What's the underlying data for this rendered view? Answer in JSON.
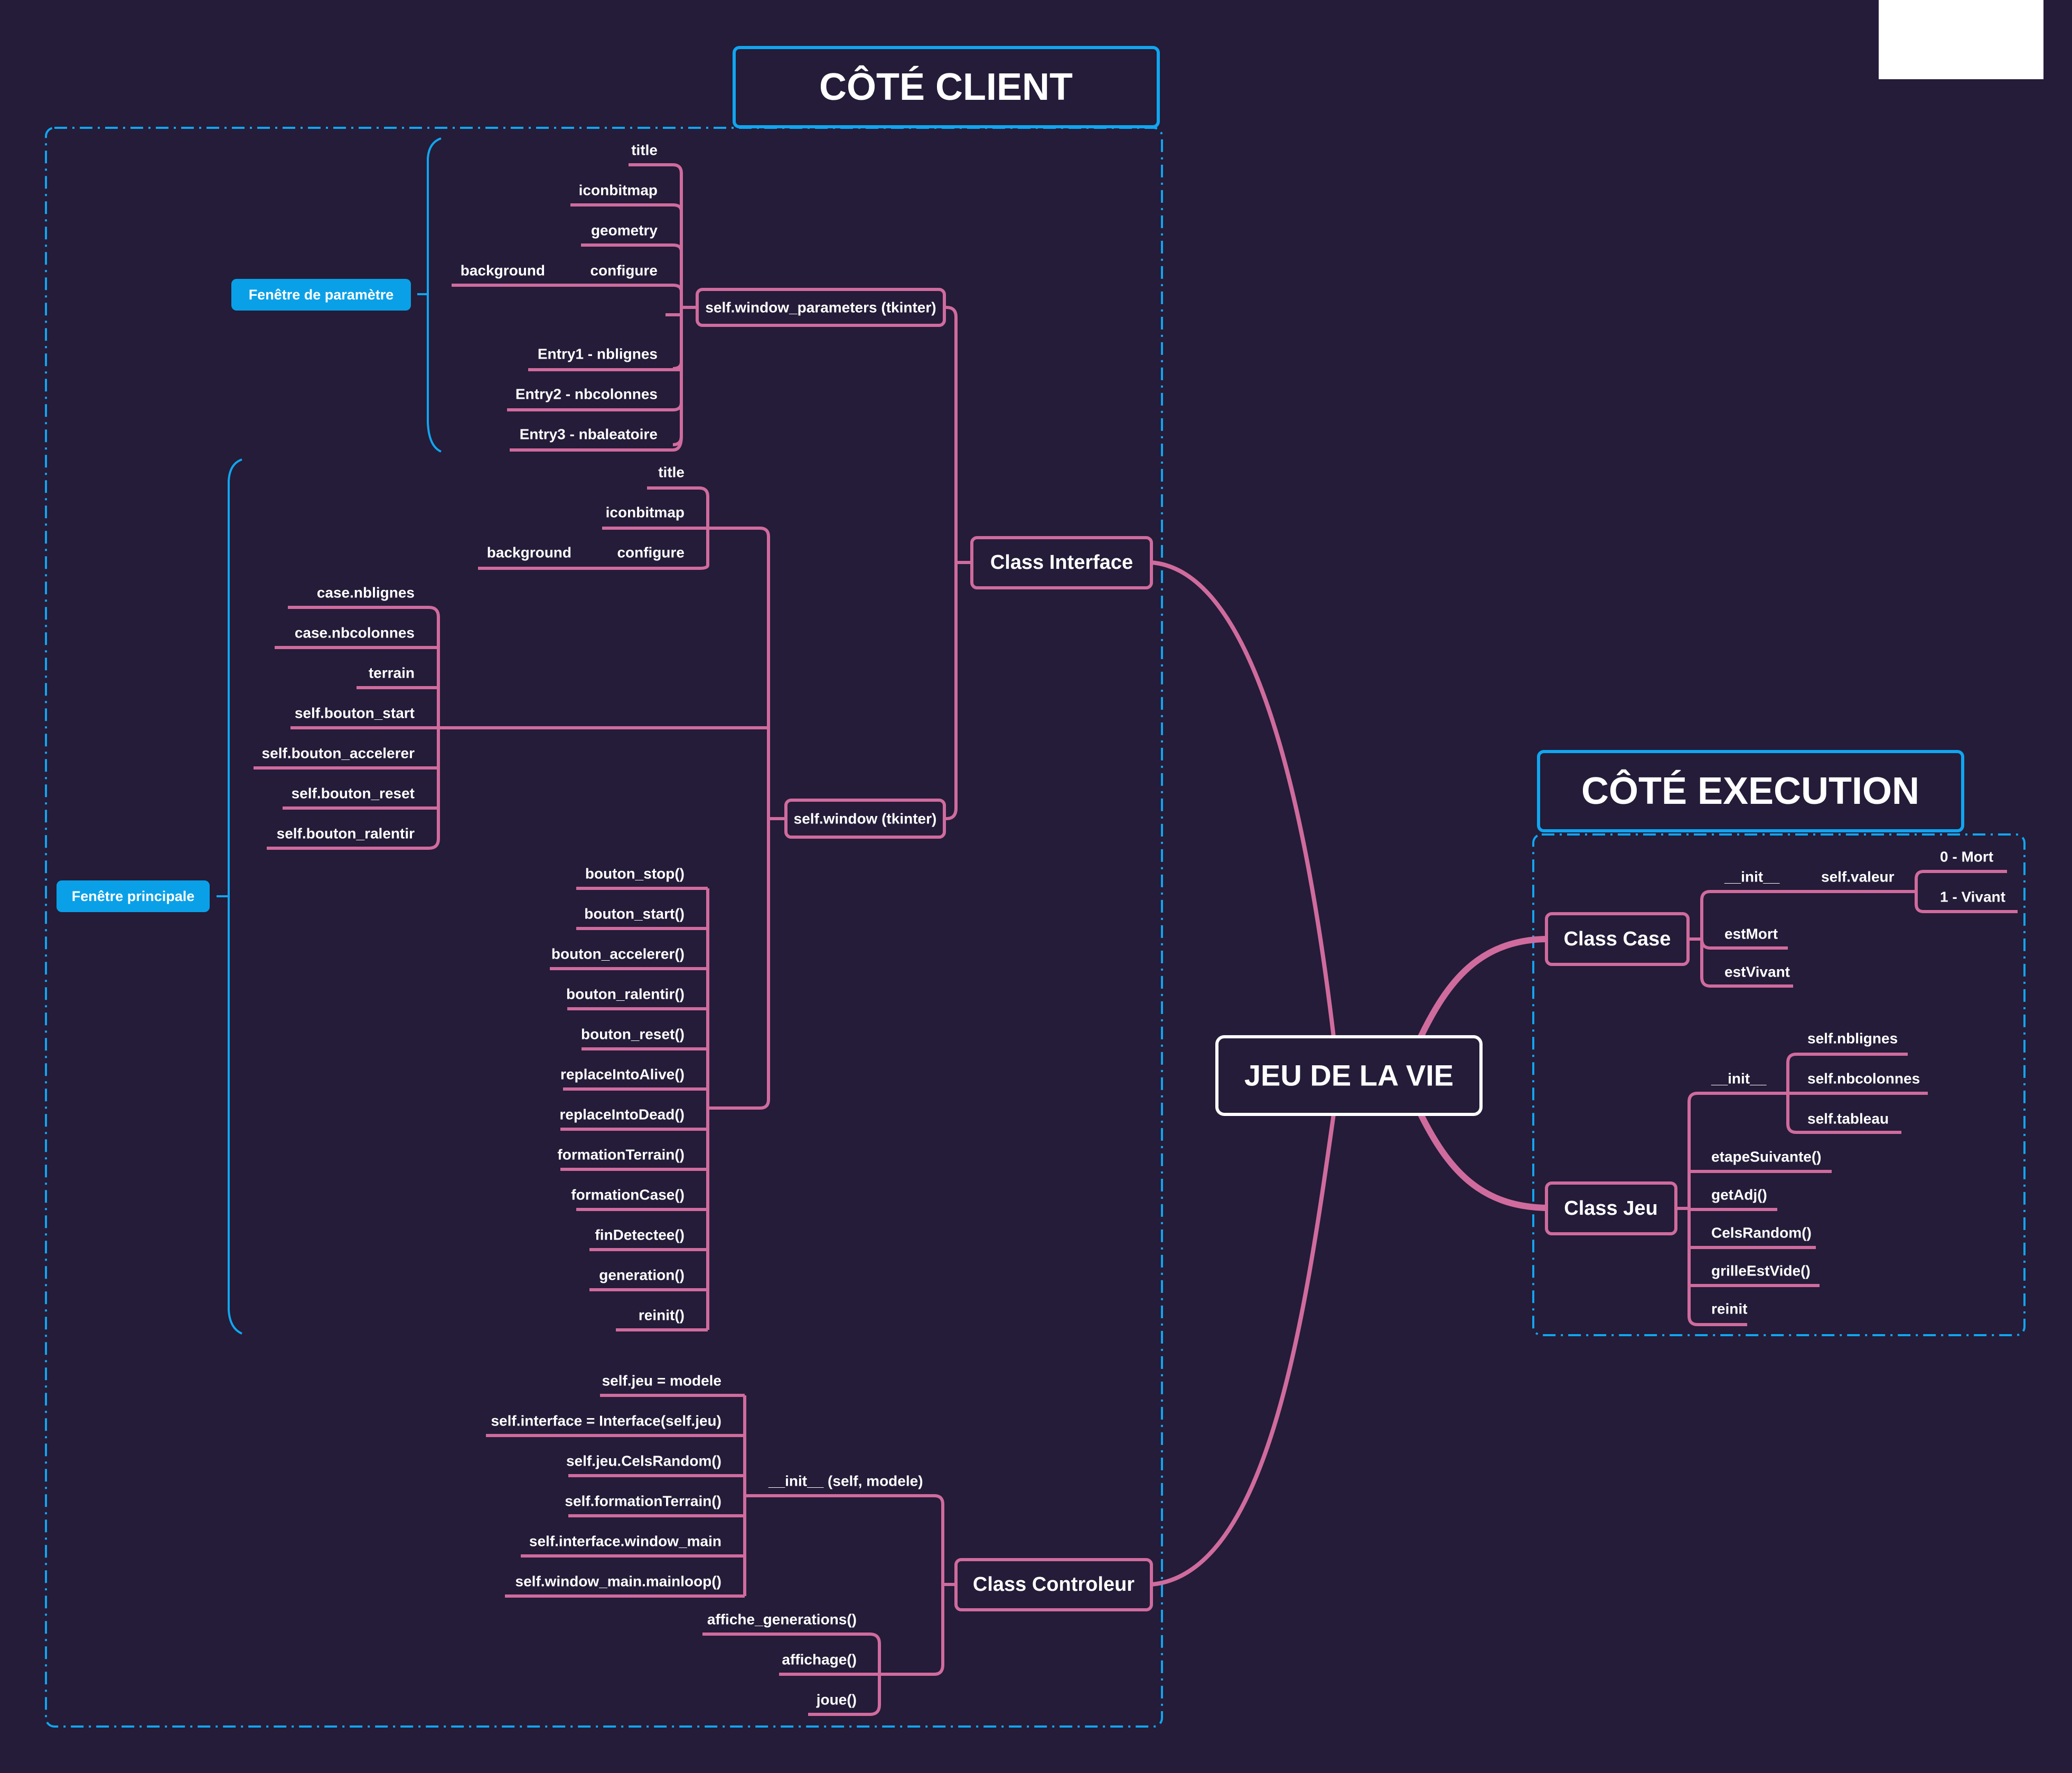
{
  "colors": {
    "background": "#241c38",
    "branch": "#d06b9e",
    "section": "#11a5f0",
    "pill": "#0aa0e8",
    "root_border": "#ffffff"
  },
  "root": "JEU DE LA VIE",
  "client": {
    "title": "CÔTÉ CLIENT",
    "interface": {
      "label": "Class Interface",
      "window_parameters": {
        "label": "self.window_parameters (tkinter)",
        "items": [
          "title",
          "iconbitmap",
          "geometry",
          "configure",
          "Entry1 - nblignes",
          "Entry2 - nbcolonnes",
          "Entry3 - nbaleatoire"
        ],
        "sub": "background",
        "group": "Fenêtre de paramètre"
      },
      "window": {
        "label": "self.window (tkinter)",
        "group": "Fenêtre principale",
        "config": [
          "title",
          "iconbitmap",
          "configure"
        ],
        "config_sub": "background",
        "widgets": [
          "case.nblignes",
          "case.nbcolonnes",
          "terrain",
          "self.bouton_start",
          "self.bouton_accelerer",
          "self.bouton_reset",
          "self.bouton_ralentir"
        ],
        "methods": [
          "bouton_stop()",
          "bouton_start()",
          "bouton_accelerer()",
          "bouton_ralentir()",
          "bouton_reset()",
          "replaceIntoAlive()",
          "replaceIntoDead()",
          "formationTerrain()",
          "formationCase()",
          "finDetectee()",
          "generation()",
          "reinit()"
        ]
      }
    },
    "controleur": {
      "label": "Class Controleur",
      "init": {
        "label": "__init__ (self, modele)",
        "items": [
          "self.jeu = modele",
          "self.interface = Interface(self.jeu)",
          "self.jeu.CelsRandom()",
          "self.formationTerrain()",
          "self.interface.window_main",
          "self.window_main.mainloop()"
        ]
      },
      "affichage": {
        "label": "affichage()",
        "items": [
          "affiche_generations()",
          "joue()"
        ]
      }
    }
  },
  "execution": {
    "title": "CÔTÉ EXECUTION",
    "case": {
      "label": "Class Case",
      "init": "__init__",
      "valeur": "self.valeur",
      "valeurs": [
        "0 - Mort",
        "1 - Vivant"
      ],
      "methods": [
        "estMort",
        "estVivant"
      ]
    },
    "jeu": {
      "label": "Class Jeu",
      "init": "__init__",
      "attrs": [
        "self.nblignes",
        "self.nbcolonnes",
        "self.tableau"
      ],
      "methods": [
        "etapeSuivante()",
        "getAdj()",
        "CelsRandom()",
        "grilleEstVide()",
        "reinit"
      ]
    }
  }
}
